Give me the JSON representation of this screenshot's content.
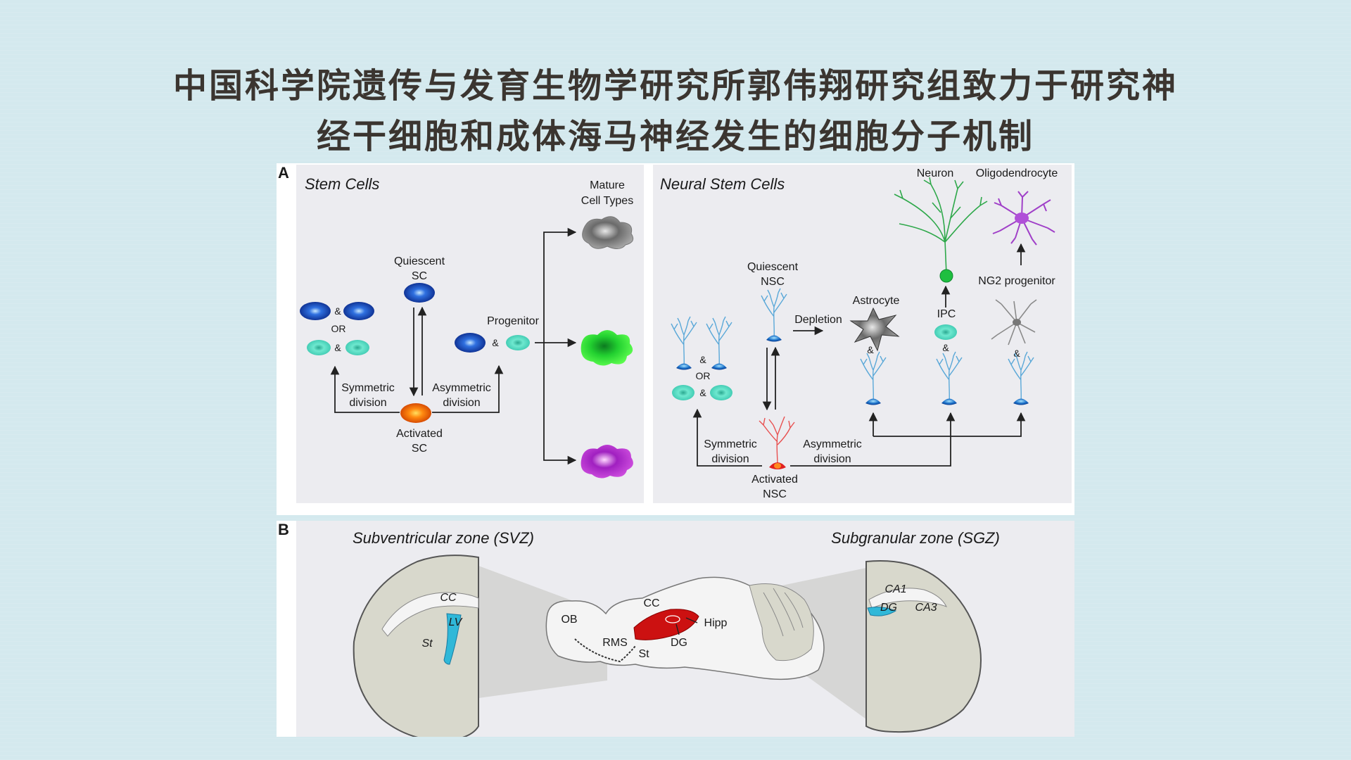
{
  "title": {
    "line1": "中国科学院遗传与发育生物学研究所郭伟翔研究组致力于研究神",
    "line2": "经干细胞和成体海马神经发生的细胞分子机制"
  },
  "panelA": {
    "letter": "A",
    "stem": {
      "heading": "Stem Cells",
      "mature_line1": "Mature",
      "mature_line2": "Cell Types",
      "quiescent_line1": "Quiescent",
      "quiescent_line2": "SC",
      "progenitor": "Progenitor",
      "or": "OR",
      "amp": "&",
      "sym_line1": "Symmetric",
      "sym_line2": "division",
      "asym_line1": "Asymmetric",
      "asym_line2": "division",
      "activated_line1": "Activated",
      "activated_line2": "SC"
    },
    "neural": {
      "heading": "Neural Stem Cells",
      "neuron": "Neuron",
      "oligodendrocyte": "Oligodendrocyte",
      "ng2": "NG2 progenitor",
      "quiescent_line1": "Quiescent",
      "quiescent_line2": "NSC",
      "depletion": "Depletion",
      "astrocyte": "Astrocyte",
      "ipc": "IPC",
      "or": "OR",
      "amp": "&",
      "sym_line1": "Symmetric",
      "sym_line2": "division",
      "asym_line1": "Asymmetric",
      "asym_line2": "division",
      "activated_line1": "Activated",
      "activated_line2": "NSC"
    }
  },
  "panelB": {
    "letter": "B",
    "svz_heading": "Subventricular zone (SVZ)",
    "sgz_heading": "Subgranular zone (SGZ)",
    "left_cc": "CC",
    "left_lv": "LV",
    "left_st": "St",
    "ob": "OB",
    "rms": "RMS",
    "mid_cc": "CC",
    "mid_st": "St",
    "dg": "DG",
    "hipp": "Hipp",
    "ca1": "CA1",
    "ca3": "CA3",
    "right_dg": "DG"
  },
  "colors": {
    "background": "#d4e9ee",
    "panel": "#ececf0",
    "quiescent_blue": "#1f55c8",
    "progenitor_teal": "#5fe0c5",
    "activated_orange": "#f07010",
    "mature_gray": "#8a8a8a",
    "mature_green": "#28d828",
    "mature_purple": "#a020c8",
    "neuron_green": "#1fa048",
    "oligodendrocyte_purple": "#a040c8",
    "activated_nsc_red": "#e03030",
    "brain_gray": "#d8d8cc",
    "svz_cyan": "#30b8d8",
    "hipp_red": "#cc1111"
  }
}
